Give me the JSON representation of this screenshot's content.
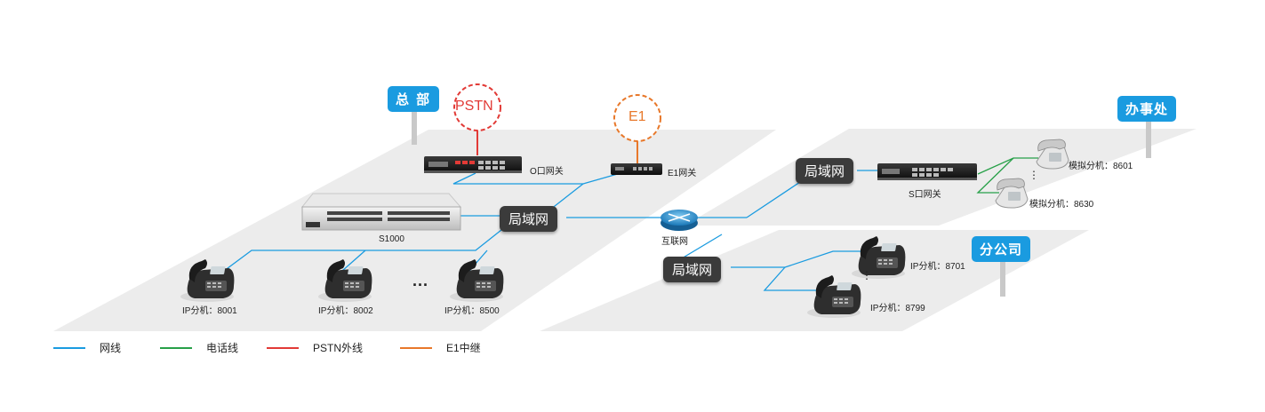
{
  "tags": {
    "hq": "总 部",
    "office": "办事处",
    "branch": "分公司"
  },
  "circles": {
    "pstn": "PSTN",
    "e1": "E1"
  },
  "lan_labels": {
    "hq": "局域网",
    "office": "局域网",
    "branch": "局域网"
  },
  "devices": {
    "o_gateway": "O口网关",
    "e1_gateway": "E1网关",
    "server": "S1000",
    "s_gateway": "S口网关",
    "internet": "互联网"
  },
  "ext": {
    "ip8001": "IP分机：8001",
    "ip8002": "IP分机：8002",
    "ip8500": "IP分机：8500",
    "an8601": "模拟分机：8601",
    "an8630": "模拟分机：8630",
    "ip8701": "IP分机：8701",
    "ip8799": "IP分机：8799"
  },
  "dots": {
    "hq": "...",
    "office_vert": "⋮",
    "branch_vert": "⋮"
  },
  "legend": [
    {
      "label": "网线",
      "color": "#1a9be0"
    },
    {
      "label": "电话线",
      "color": "#27a048"
    },
    {
      "label": "PSTN外线",
      "color": "#e23a36"
    },
    {
      "label": "E1中继",
      "color": "#e8782a"
    }
  ],
  "colors": {
    "network": "#1a9be0",
    "phone": "#27a048",
    "pstn": "#e23a36",
    "e1": "#e8782a",
    "tag": "#1a9be0"
  },
  "icons": {
    "phone": "ip-phone-icon",
    "analog": "analog-phone-icon",
    "router": "router-icon",
    "server": "server-icon",
    "gateway": "gateway-icon"
  }
}
